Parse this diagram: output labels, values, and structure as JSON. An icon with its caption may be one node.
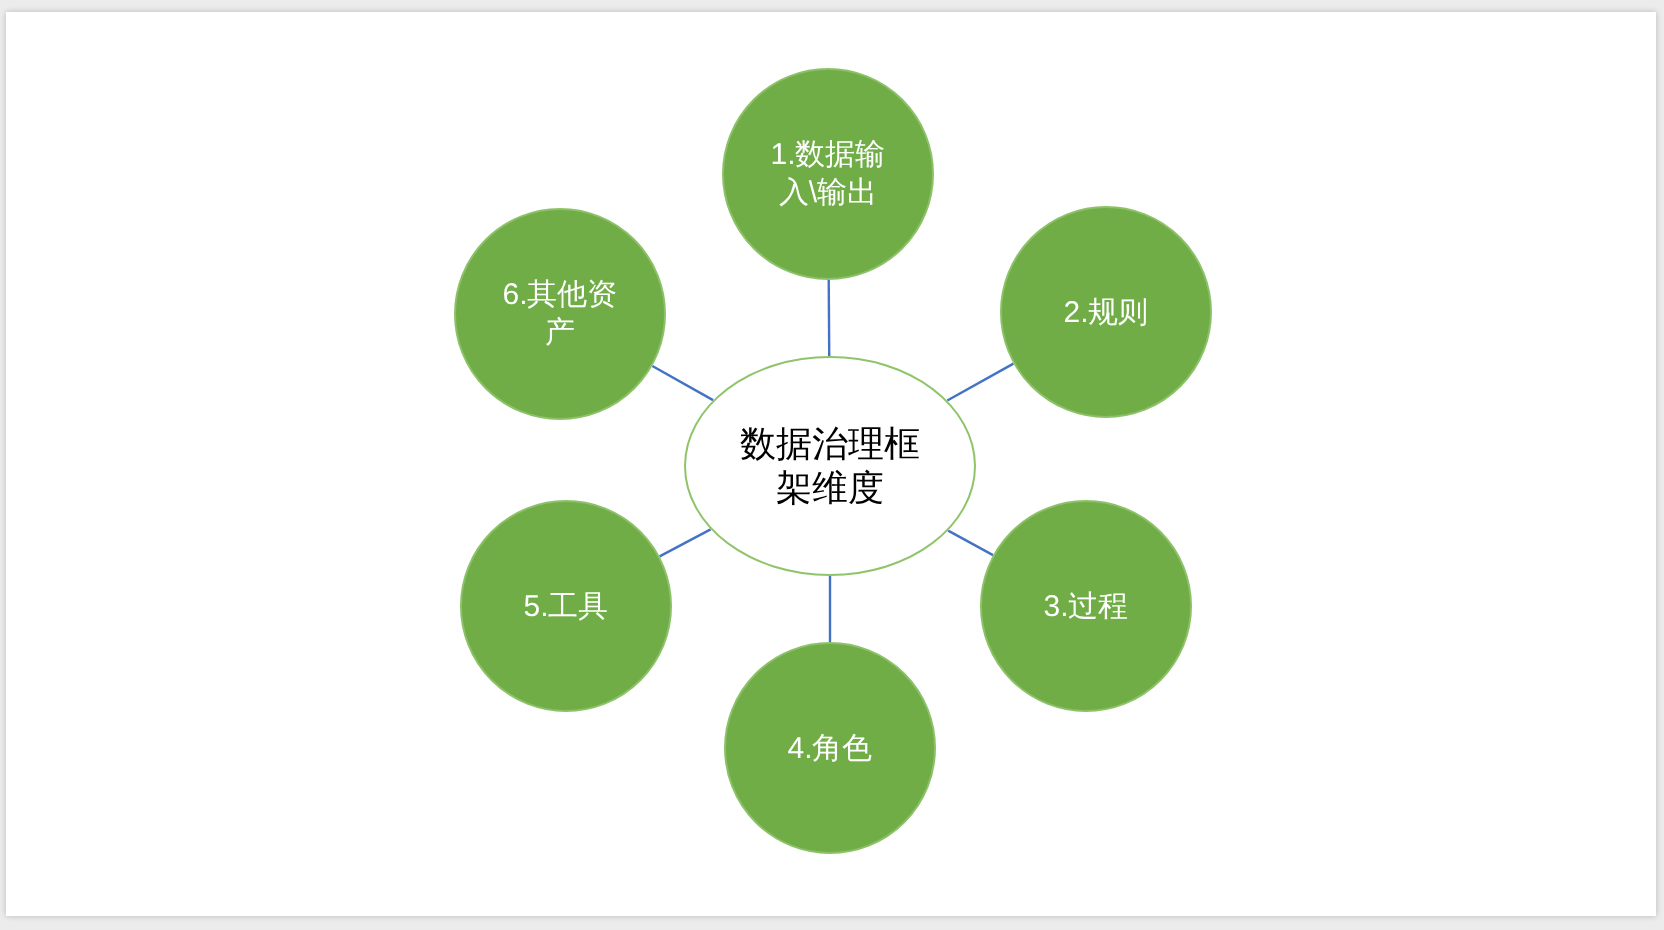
{
  "diagram": {
    "nodes": [
      {
        "text": [
          "数据治理框架维度"
        ]
      },
      {
        "text": [
          "1.数据输入\\输出"
        ]
      },
      {
        "text": [
          "2.规则"
        ]
      },
      {
        "text": [
          "3.过程"
        ]
      },
      {
        "text": [
          "4.角色"
        ]
      },
      {
        "text": [
          "5.工具"
        ]
      },
      {
        "text": [
          "6.其他资产"
        ]
      }
    ],
    "edges": [
      {
        "from": 0,
        "to": 1,
        "arrow": "none"
      },
      {
        "from": 0,
        "to": 2,
        "arrow": "none"
      },
      {
        "from": 0,
        "to": 3,
        "arrow": "none"
      },
      {
        "from": 0,
        "to": 4,
        "arrow": "none"
      },
      {
        "from": 0,
        "to": 5,
        "arrow": "none"
      },
      {
        "from": 0,
        "to": 6,
        "arrow": "none"
      }
    ]
  }
}
